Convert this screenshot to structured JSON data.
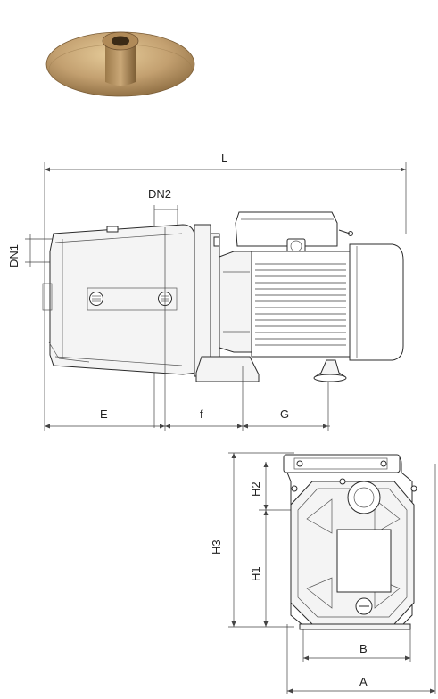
{
  "side_view": {
    "dimensions": {
      "L": "L",
      "DN2": "DN2",
      "DN1": "DN1",
      "E": "E",
      "f": "f",
      "G": "G"
    }
  },
  "front_view": {
    "dimensions": {
      "H2": "H2",
      "H1": "H1",
      "H3": "H3",
      "B": "B",
      "A": "A"
    }
  },
  "colors": {
    "brass_light": "#d9bb86",
    "brass_mid": "#b99566",
    "brass_dark": "#8a6a3f",
    "line": "#2b2b2b"
  }
}
